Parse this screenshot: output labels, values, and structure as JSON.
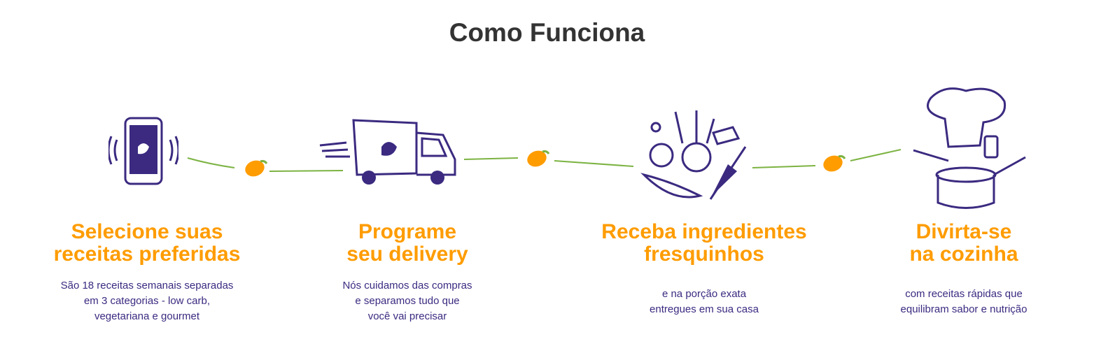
{
  "title": "Como Funciona",
  "steps": [
    {
      "heading_1": "Selecione suas",
      "heading_2": "receitas preferidas",
      "desc": [
        "São 18 receitas semanais separadas",
        "em 3 categorias - low carb,",
        "vegetariana e gourmet"
      ],
      "icon": "smartphone-icon"
    },
    {
      "heading_1": "Programe",
      "heading_2": "seu delivery",
      "desc": [
        "Nós cuidamos das compras",
        "e separamos tudo que",
        "você vai precisar"
      ],
      "icon": "delivery-truck-icon"
    },
    {
      "heading_1": "Receba ingredientes",
      "heading_2": "fresquinhos",
      "desc": [
        "e na porção exata",
        "entregues em sua casa"
      ],
      "icon": "vegetables-icon"
    },
    {
      "heading_1": "Divirta-se",
      "heading_2": "na cozinha",
      "desc": [
        "com receitas rápidas que",
        "equilibram sabor e nutrição"
      ],
      "icon": "chef-cooking-icon"
    }
  ],
  "colors": {
    "heading": "#ff9c00",
    "text": "#3b2a80",
    "line": "#7cb342",
    "illustration": "#3b2a80"
  }
}
